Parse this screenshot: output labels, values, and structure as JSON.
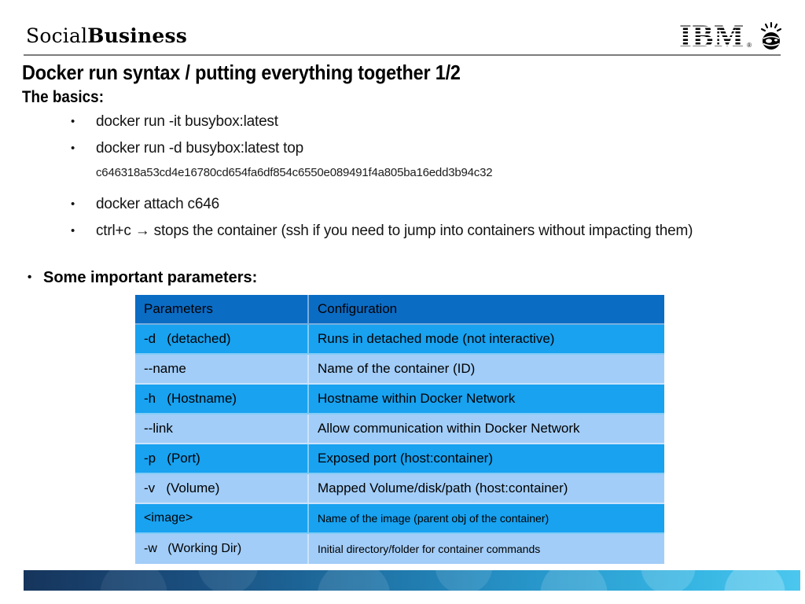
{
  "slide": {
    "brand": {
      "social": "Social",
      "business": "Business",
      "ibm": "IBM",
      "registered": "®"
    },
    "bullet_char": "•",
    "title": "Docker run syntax / putting everything together 1/2",
    "basics": {
      "heading": "The basics:",
      "bullets": [
        {
          "text": "docker run -it busybox:latest"
        },
        {
          "text": "docker run -d busybox:latest top",
          "subtext": "c646318a53cd4e16780cd654fa6df854c6550e089491f4a805ba16edd3b94c32"
        },
        {
          "text": "docker attach c646"
        },
        {
          "text": "ctrl+c → stops the container (ssh if you need to jump into containers without impacting them)"
        }
      ]
    },
    "parameters": {
      "heading": "Some important parameters:",
      "table": {
        "header": {
          "param": "Parameters",
          "config": "Configuration"
        },
        "rows": [
          {
            "param": "-d   (detached)",
            "config": "Runs in detached mode (not interactive)"
          },
          {
            "param": "--name",
            "config": "Name of the container (ID)"
          },
          {
            "param": "-h   (Hostname)",
            "config": "Hostname within Docker Network"
          },
          {
            "param": "--link",
            "config": "Allow communication within Docker Network"
          },
          {
            "param": "-p   (Port)",
            "config": "Exposed port (host:container)"
          },
          {
            "param": "-v   (Volume)",
            "config": "Mapped Volume/disk/path (host:container)"
          },
          {
            "param": "<image>",
            "config": "Name of the image (parent obj of the container)"
          },
          {
            "param": "-w   (Working Dir)",
            "config": "Initial directory/folder for container commands"
          }
        ]
      }
    },
    "colors": {
      "table_header_bg": "#0b6cc4",
      "table_row_medium": "#18a2f0",
      "table_row_light": "#a2cdf8",
      "footer_gradient_start": "#16355c",
      "footer_gradient_end": "#4cc7ee"
    }
  }
}
